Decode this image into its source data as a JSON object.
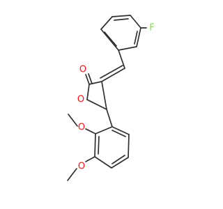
{
  "atoms": {
    "carbonyl_oxygen": "O",
    "ring_oxygen": "O",
    "fluorine": "F",
    "ortho_methoxy_oxygen": "O",
    "para_methoxy_oxygen": "O"
  },
  "colors": {
    "bond": "#303030",
    "oxygen": "#ff0d0d",
    "fluorine": "#8fd84a",
    "background": "#ffffff"
  }
}
